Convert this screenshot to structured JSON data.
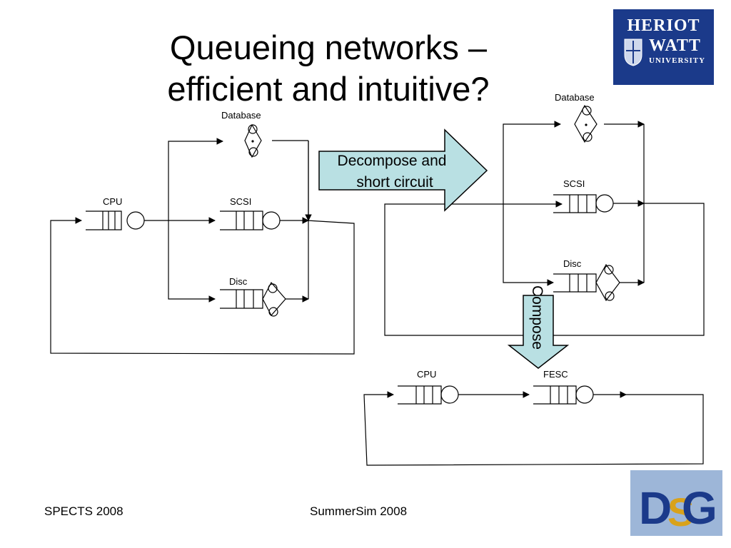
{
  "title": {
    "line1": "Queueing networks –",
    "line2": "efficient and intuitive?"
  },
  "logo_heriot_watt": {
    "line1": "HERIOT",
    "line2": "WATT",
    "line3": "UNIVERSITY",
    "bg_color": "#1b3a8a"
  },
  "logo_dsg": {
    "text": "DSG",
    "bg_color": "#9db6d8"
  },
  "left_network": {
    "cpu_label": "CPU",
    "database_label": "Database",
    "scsi_label": "SCSI",
    "disc_label": "Disc"
  },
  "decompose_arrow": {
    "line1": "Decompose and",
    "line2": "short circuit",
    "fill": "#b9e0e3"
  },
  "right_network": {
    "database_label": "Database",
    "scsi_label": "SCSI",
    "disc_label": "Disc"
  },
  "compose_arrow": {
    "text": "Compose",
    "fill": "#b9e0e3"
  },
  "bottom_network": {
    "cpu_label": "CPU",
    "fesc_label": "FESC"
  },
  "footer": {
    "left": "SPECTS 2008",
    "center": "SummerSim 2008"
  }
}
